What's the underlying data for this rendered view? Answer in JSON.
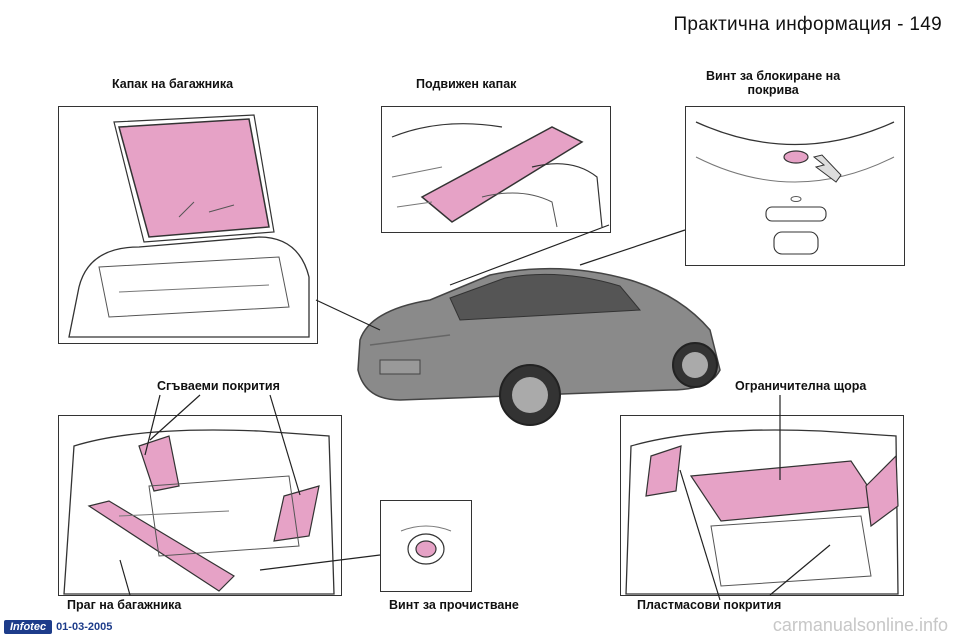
{
  "header": {
    "title": "Практична информация - 149"
  },
  "labels": {
    "trunk_lid": "Капак на багажника",
    "movable_lid": "Подвижен капак",
    "roof_lock_screw_line1": "Винт за блокиране на",
    "roof_lock_screw_line2": "покрива",
    "folding_covers": "Сгъваеми покрития",
    "limiting_curtain": "Ограничителна щора",
    "trunk_sill": "Праг на багажника",
    "cleaning_screw": "Винт за прочистване",
    "plastic_covers": "Пластмасови покрития"
  },
  "footer": {
    "brand": "Infotec",
    "date": "01-03-2005"
  },
  "watermark": "carmanualsonline.info",
  "colors": {
    "highlight": "#e6a2c6",
    "outline": "#333333",
    "car_body": "#8a8a8a"
  }
}
